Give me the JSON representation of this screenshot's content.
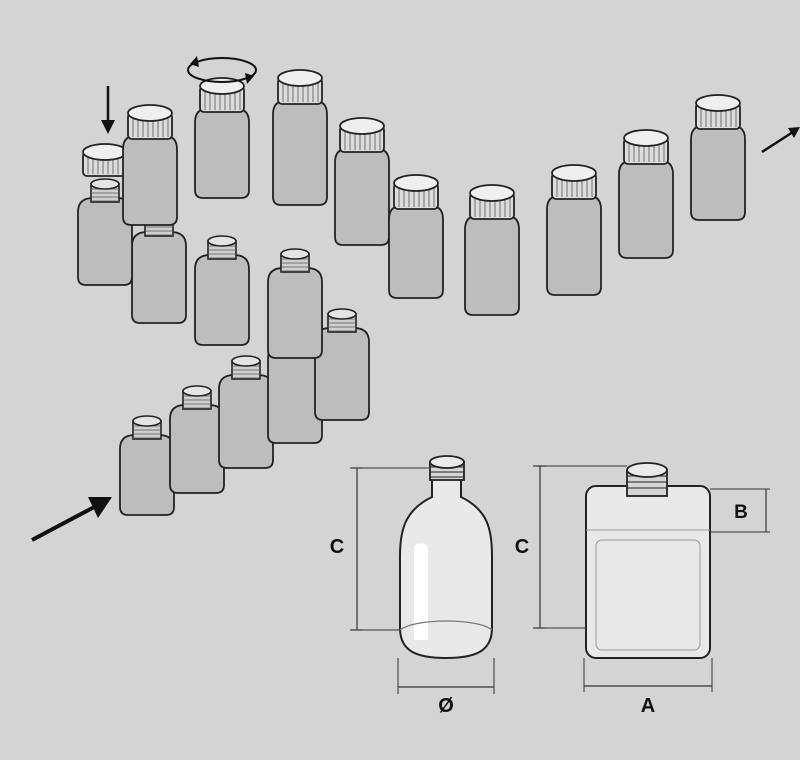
{
  "diagram": {
    "background_color": "#d4d4d4",
    "bottle_color": "#bdbdbd",
    "cap_color": "#efefef",
    "outline_color": "#222222",
    "steps": [
      {
        "name": "feed-in-arrow-icon"
      },
      {
        "name": "capping-arrow-icon"
      },
      {
        "name": "cap-rotation-icon"
      },
      {
        "name": "feed-out-arrow-icon"
      }
    ],
    "dimension_labels": {
      "round_height": "C",
      "round_diameter": "Ø",
      "rect_height": "C",
      "rect_shoulder": "B",
      "rect_width": "A"
    }
  }
}
